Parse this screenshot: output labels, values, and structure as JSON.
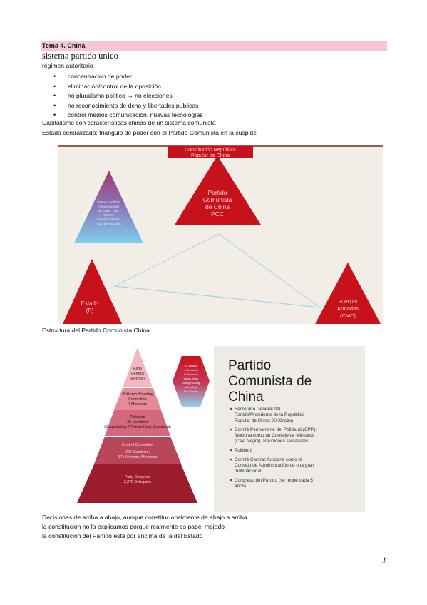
{
  "header": {
    "title": "Tema 4. China",
    "subtitle": "sistema partido unico",
    "regime": "régimen autoritario"
  },
  "bullets": [
    "concentracion de poder",
    "eliminación/control de la oposición",
    "no pluralismo político → no elecciones",
    "no reconocimiento de dcho y libertades publicas",
    "control medios comunicación, nuevas tecnologías"
  ],
  "para1": "Capitalismo con características chinas de un sistema comunista",
  "para2": "Estado centralizado: triangulo de poder con el Partido Comunista en la cuspide",
  "diagram1": {
    "constitution_line1": "Constitución República",
    "constitution_line2": "Popular de China",
    "small_line1": "Sistema Político",
    "small_line2": "como triangulo",
    "small_line3": "de poder. Tres",
    "small_line4": "vértices:",
    "small_line5": "Partido, Estado",
    "small_line6": "Fuerzas Armadas",
    "pcc_line1": "Partido",
    "pcc_line2": "Comunista",
    "pcc_line3": "de China",
    "pcc_line4": "PCC",
    "estado_line1": "Estado",
    "estado_line2": "(E)",
    "fuerzas_line1": "Fuerzas",
    "fuerzas_line2": "Armadas",
    "fuerzas_line3": "(CMC)",
    "colors": {
      "red": "#c8121b",
      "background": "#f3ede8"
    }
  },
  "caption2": "Estructura del Partido Comunista China",
  "diagram2": {
    "levels": [
      {
        "line1": "Party",
        "line2": "General",
        "line3": "Secretary",
        "color": "#f2b8c1"
      },
      {
        "line1": "Politburo Standing",
        "line2": "Committee",
        "line3": "7 Members",
        "color": "#e58a98"
      },
      {
        "line1": "Politburo",
        "line2": "25 Members",
        "line3": "(Supported by 7-Person Party Secretariat)",
        "color": "#d5687a"
      },
      {
        "line1": "Central Committee",
        "line2": "205 Members;",
        "line3": "171 Alternate Members",
        "color": "#b84558"
      },
      {
        "line1": "Party Congress",
        "line2": "2,270 Delegates",
        "line3": "",
        "color": "#9b1c2d"
      }
    ],
    "hex_lines": [
      "Xi Jinping",
      "Li Keqiang",
      "Li Zhanshu",
      "Wang Yang",
      "Wang Huning",
      "Zhao Leji",
      "Han Zheng"
    ],
    "panel_title_line1": "Partido",
    "panel_title_line2": "Comunista de",
    "panel_title_line3": "China",
    "panel_items": [
      {
        "lines": [
          "Secretario General del",
          "Partido/Presidente de la República",
          "Popular de China: XI Xinping"
        ]
      },
      {
        "lines": [
          "Comité Permanente del Politburó (CPP):",
          "funciona como un Consejo de Ministros",
          "(Caja Negra). Reuniones semanales"
        ]
      },
      {
        "lines": [
          "Politburó"
        ]
      },
      {
        "lines": [
          "Comité Central: funciona como el",
          "Consejo de Administración de una gran",
          "multinacional."
        ]
      },
      {
        "lines": [
          "Congreso del Partido (se reúne cada 5",
          "años)"
        ]
      }
    ]
  },
  "closing": [
    "Decisiones de arriba a abajo, aunque constitucionalmente de abajo a arriba",
    "la constitución no la explicamos porque realmente es papel mojado",
    "la constitucion del Partido está por encima de la del Estado"
  ],
  "page_number": "1"
}
